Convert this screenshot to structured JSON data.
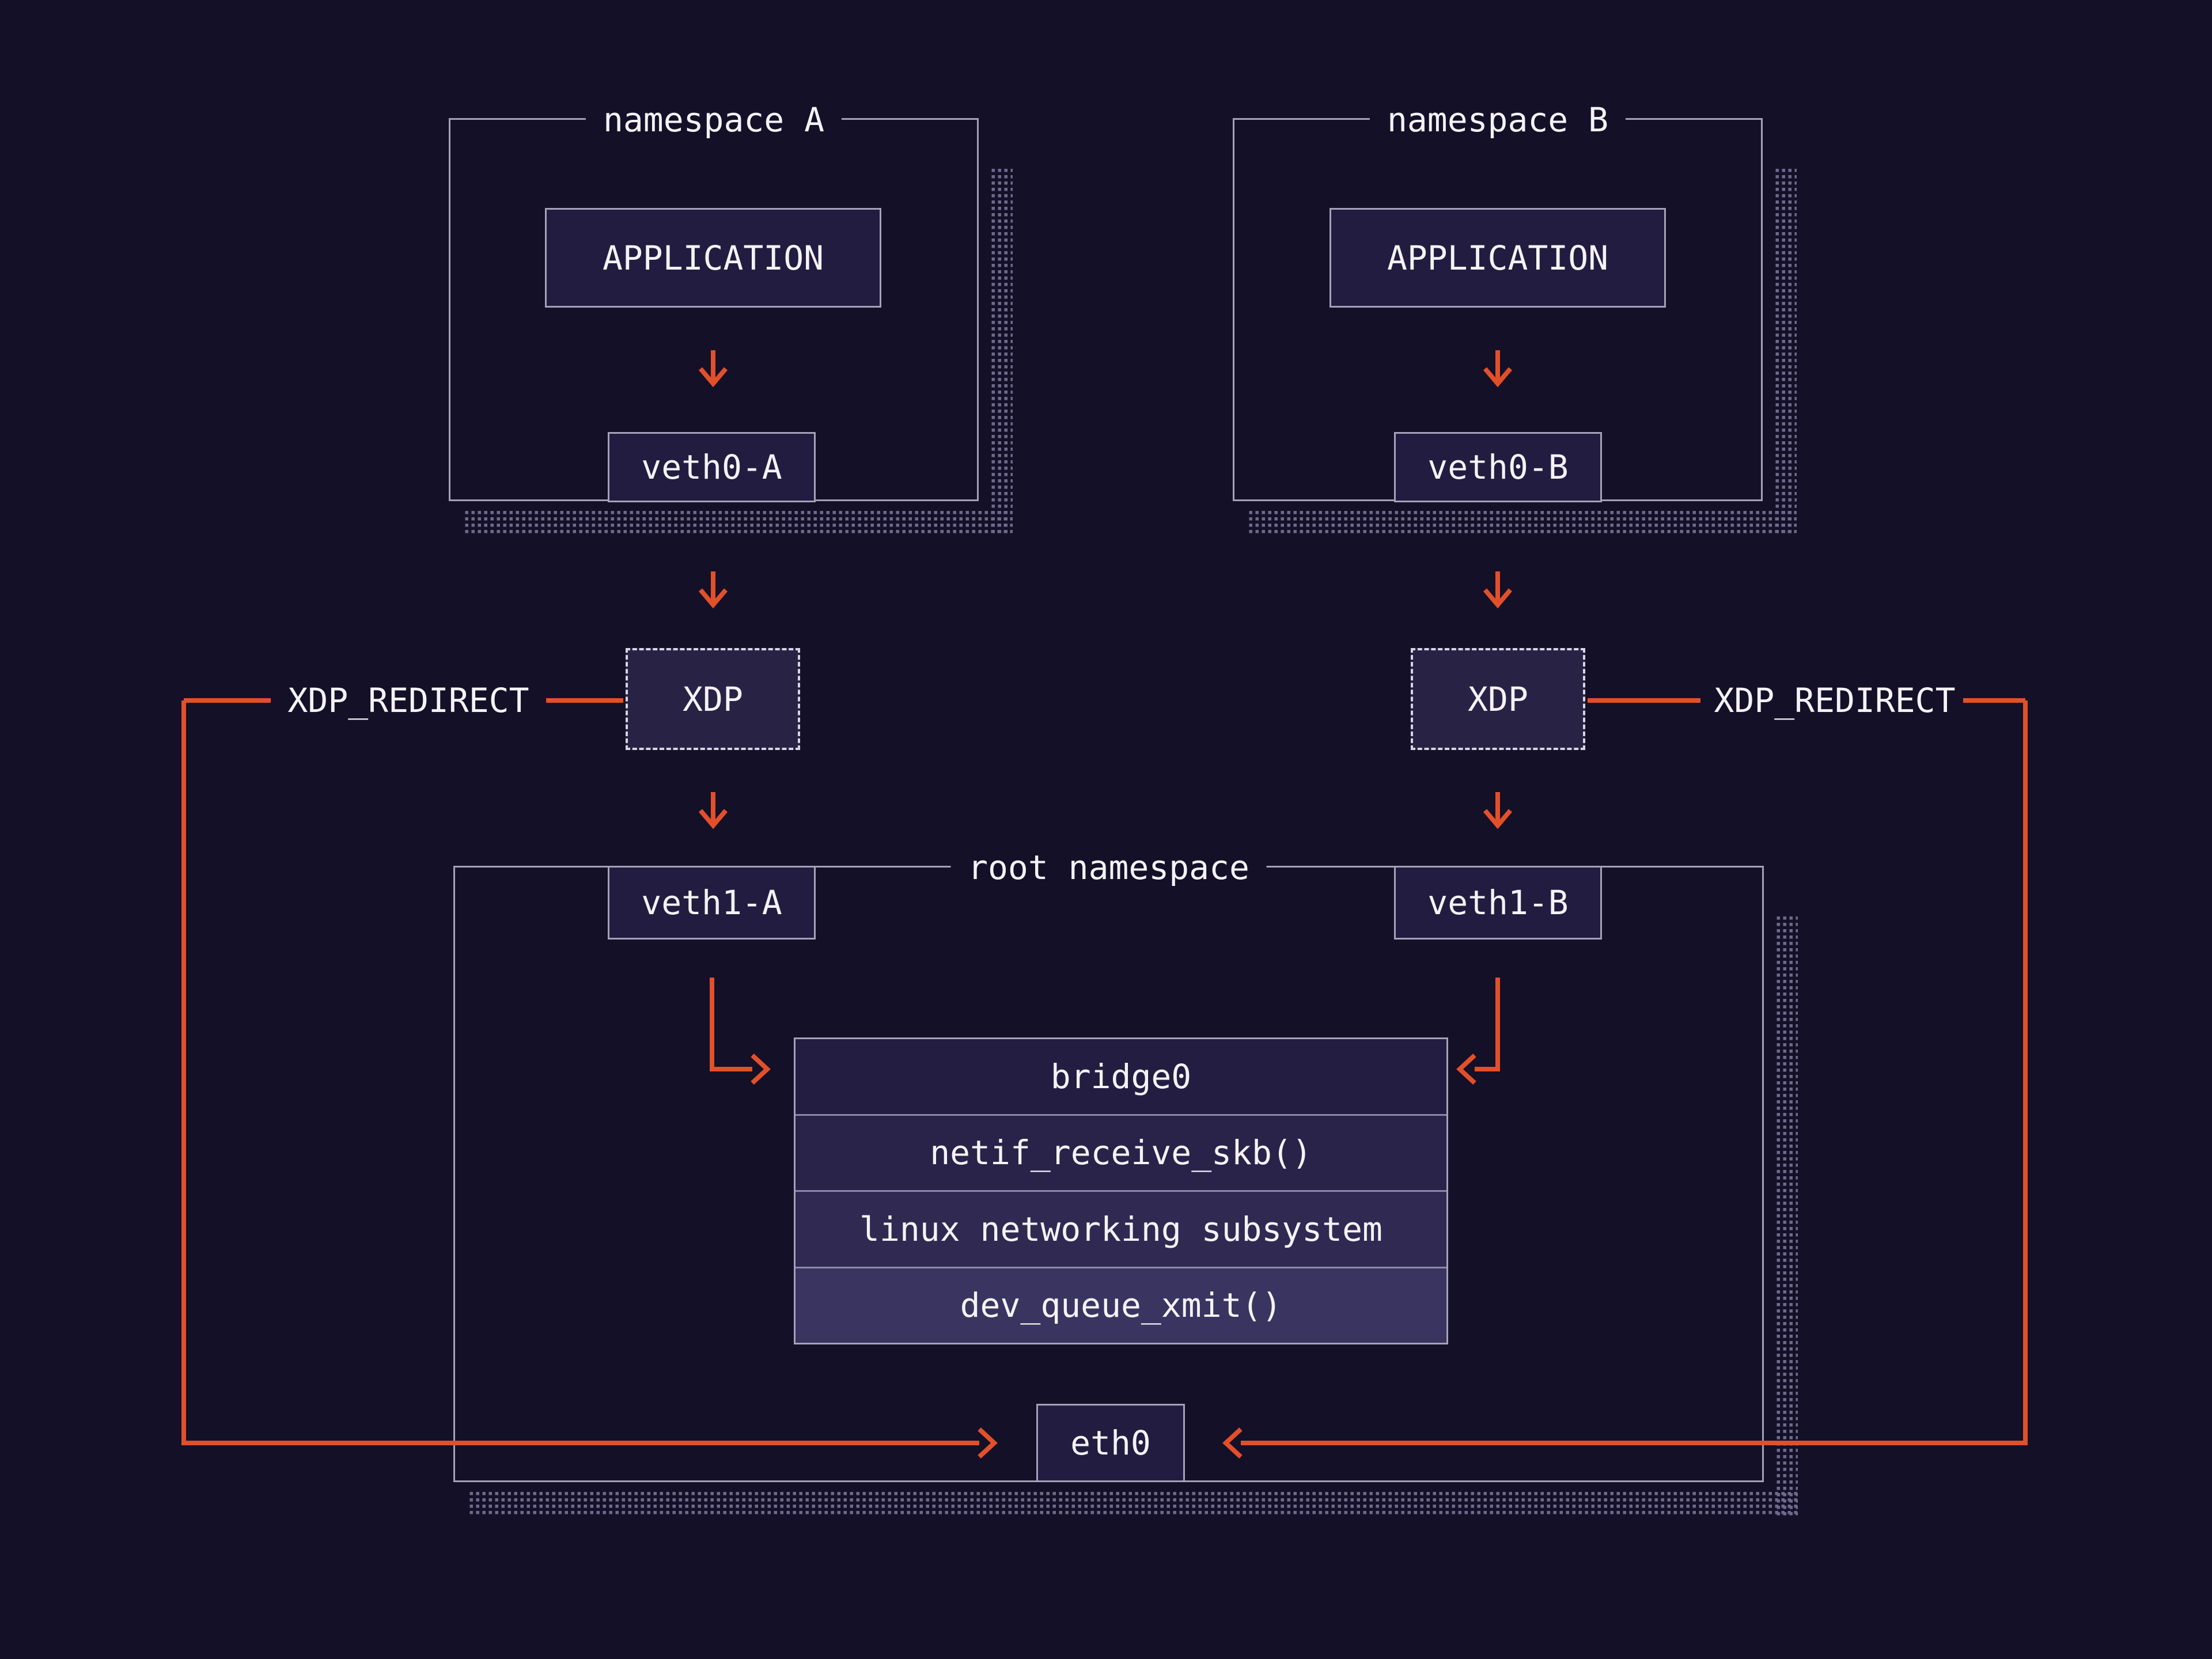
{
  "palette": {
    "background": "#141028",
    "box_fill": "#221c40",
    "xdp_fill": "#282245",
    "border": "#a5a1b9",
    "accent_orange": "#e2502a",
    "text": "#f4f2f7",
    "shadow_dots": "#6f6a8c",
    "bridge_row_fills": [
      "#231d42",
      "#292349",
      "#302a52",
      "#3a3460"
    ]
  },
  "diagram": {
    "namespace_a": {
      "title": "namespace A",
      "application_label": "APPLICATION",
      "veth_label": "veth0-A"
    },
    "namespace_b": {
      "title": "namespace B",
      "application_label": "APPLICATION",
      "veth_label": "veth0-B"
    },
    "xdp_a_label": "XDP",
    "xdp_b_label": "XDP",
    "redirect_left_label": "XDP_REDIRECT",
    "redirect_right_label": "XDP_REDIRECT",
    "root_namespace": {
      "title": "root namespace",
      "veth1_a_label": "veth1-A",
      "veth1_b_label": "veth1-B",
      "bridge_rows": [
        "bridge0",
        "netif_receive_skb()",
        "linux networking subsystem",
        "dev_queue_xmit()"
      ],
      "eth_label": "eth0"
    }
  }
}
